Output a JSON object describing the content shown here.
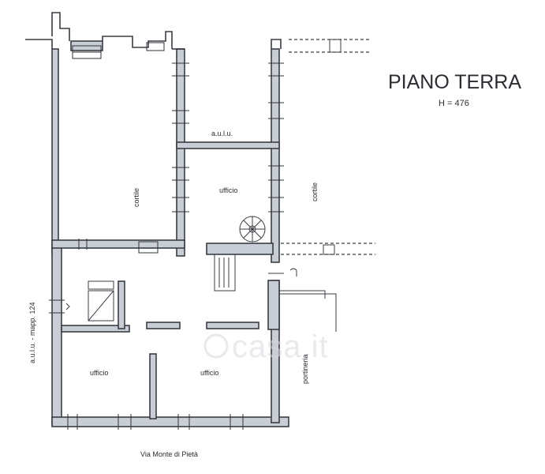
{
  "title": {
    "main": "PIANO TERRA",
    "height": "H = 476"
  },
  "rooms": {
    "cortile_left": "cortile",
    "cortile_right": "cortile",
    "ufficio_center": "ufficio",
    "ufficio_bottom_left": "ufficio",
    "ufficio_bottom_center": "ufficio",
    "portineria": "portineria",
    "aulu_top": "a.u.l.u.",
    "aulu_side": "a.u.l.u. - mapp. 124"
  },
  "street": "Via Monte di Pietà",
  "watermark": "casa.it",
  "colors": {
    "wall_fill": "#c9ced6",
    "wall_stroke": "#3a3d44",
    "text": "#2b2d33"
  }
}
